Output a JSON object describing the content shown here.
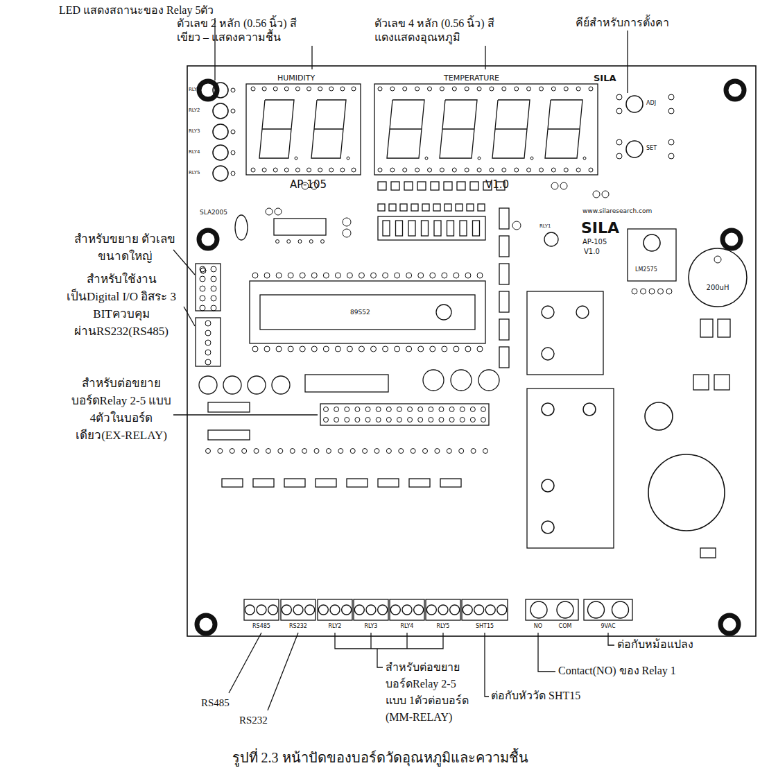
{
  "diagram": {
    "caption": "รูปที่ 2.3 หน้าปัดของบอร์ดวัดอุณหภูมิและความชื้น",
    "labels": [
      "LED แสดงสถานะของ Relay 5ตัว",
      "ตัวเลข 2 หลัก (0.56 นิ้ว) สีเขียว – แสดงความชื้น",
      "ตัวเลข 4 หลัก (0.56 นิ้ว) สีแดงแสดงอุณหภูมิ",
      "คีย์สำหรับการตั้งคา",
      "RLY1",
      "RLY2",
      "RLY3",
      "RLY4",
      "RLY5",
      "HUMIDITY",
      "TEMPERATURE",
      "SILA",
      "ADJ",
      "SET",
      "AP-105",
      "V1.0",
      "SLA2005",
      "www.silaresearch.com",
      "SILA",
      "AP-105",
      "V1.0",
      "RLY1",
      "LM2575",
      "200uH",
      "89S52",
      "RS485",
      "RS232",
      "RLY2",
      "RLY3",
      "RLY4",
      "RLY5",
      "SHT15",
      "NO",
      "COM",
      "9VAC",
      "สำหรับขยาย ตัวเลขขนาดใหญ่",
      "สำหรับใช้งาน เป็นDigital I/O อิสระ 3 BITควบคุม ผ่านRS232(RS485)",
      "สำหรับต่อขยาย บอร์ดRelay 2-5 แบบ 4ตัวในบอร์ด เดียว(EX-RELAY)",
      "RS485",
      "RS232",
      "สำหรับต่อขยาย บอร์ดRelay 2-5 แบบ 1ตัวต่อบอร์ด (MM-RELAY)",
      "ต่อกับหัววัด SHT15",
      "Contact(NO) ของ Relay 1",
      "ต่อกับหม้อแปลง"
    ]
  }
}
